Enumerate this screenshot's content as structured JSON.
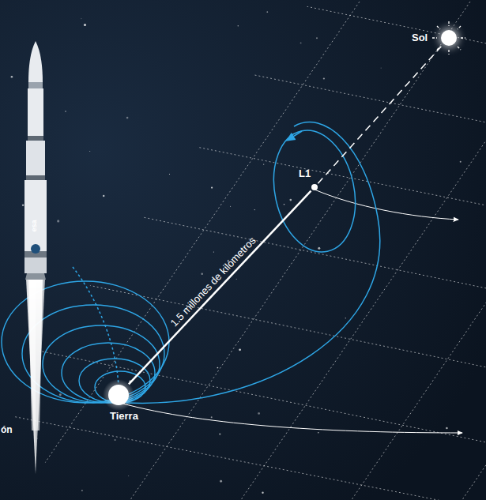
{
  "diagram": {
    "nodes": [
      {
        "text": [
          "Tierra"
        ]
      },
      {
        "text": [
          "L1"
        ]
      },
      {
        "text": [
          "Sol"
        ]
      }
    ],
    "edges": [
      {
        "from": 0,
        "to": 1,
        "label": "1.5 millones de kilómetros",
        "arrow": "none"
      },
      {
        "from": 1,
        "to": 2,
        "arrow": "none"
      }
    ],
    "labels": [
      "ón",
      "esa"
    ]
  }
}
